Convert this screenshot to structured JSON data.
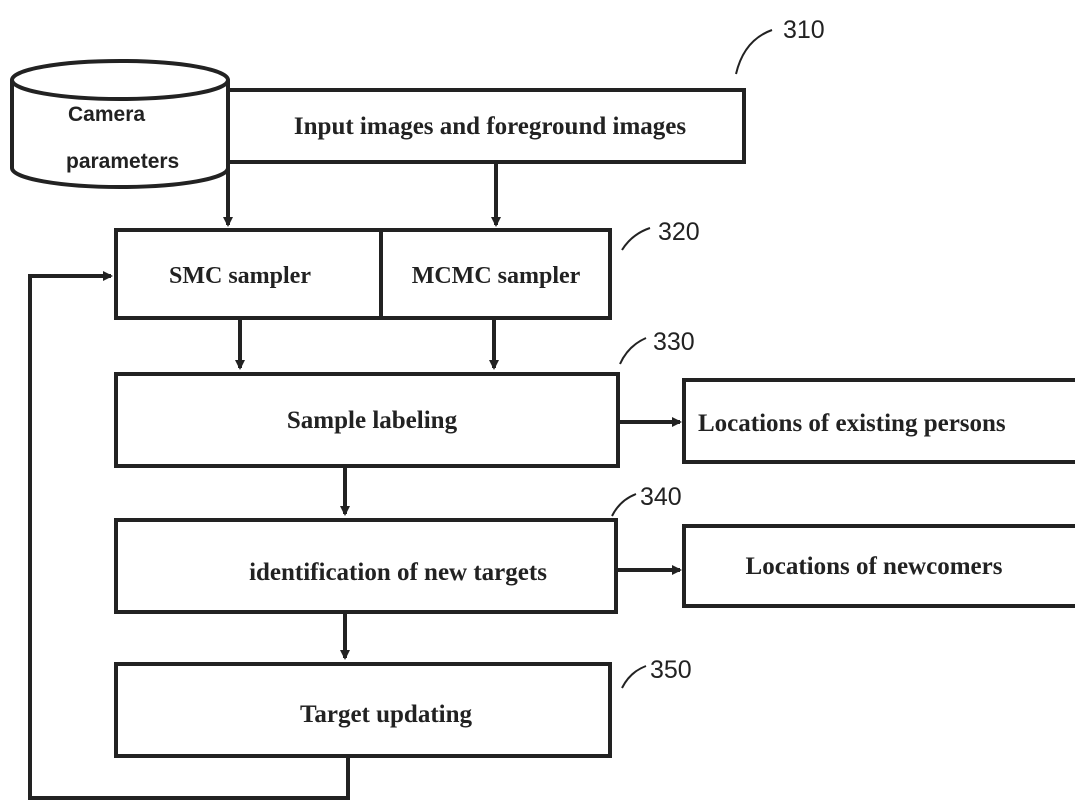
{
  "database": {
    "line1": "Camera",
    "line2": "parameters"
  },
  "boxes": {
    "input": "Input images and foreground images",
    "smc": "SMC sampler",
    "mcmc": "MCMC sampler",
    "labeling": "Sample labeling",
    "identification": "identification of new targets",
    "updating": "Target updating",
    "existing": "Locations of existing persons",
    "newcomers": "Locations of newcomers"
  },
  "refs": {
    "r310": "310",
    "r320": "320",
    "r330": "330",
    "r340": "340",
    "r350": "350"
  },
  "colors": {
    "ink": "#222222",
    "background": "#ffffff"
  }
}
